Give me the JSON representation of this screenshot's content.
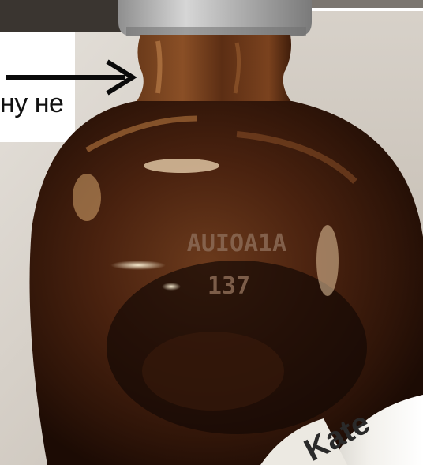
{
  "annotation": {
    "caption_fragment": "ну не"
  },
  "bottle": {
    "embossed_line_1": "AUIOA1A",
    "embossed_line_2": "137",
    "label_text_fragment": "Kate"
  },
  "colors": {
    "glass_amber": "#5a2a12",
    "cap_silver": "#b8b8b8",
    "arrow": "#0a0a0a",
    "background_wall": "#cfcac3"
  }
}
